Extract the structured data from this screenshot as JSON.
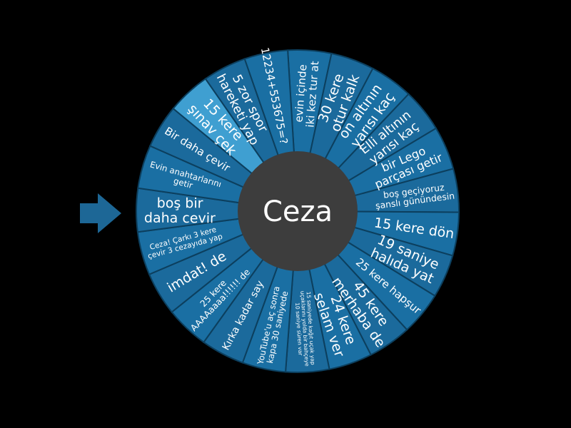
{
  "wheel": {
    "center_label": "Ceza",
    "colors": {
      "background": "#000000",
      "segment": "#1a6fa3",
      "segment_alt": "#1b6a9c",
      "highlight": "#3f9fd1",
      "separator": "#0c3f5e",
      "hub": "#3d3d3d",
      "text": "#ffffff",
      "pointer": "#1d6796"
    },
    "pointer_icon": "arrow-right-icon",
    "selected_index": 20,
    "segments": [
      {
        "lines": [
          "evin içinde",
          "iki kez tur at"
        ]
      },
      {
        "lines": [
          "30 kere",
          "otur kalk"
        ]
      },
      {
        "lines": [
          "on altının",
          "yarısı kaç"
        ]
      },
      {
        "lines": [
          "Elli altının",
          "yarısı kaç"
        ]
      },
      {
        "lines": [
          "bir Lego",
          "parçası getir"
        ]
      },
      {
        "lines": [
          "boş geçiyoruz",
          "şanslı günündesin"
        ]
      },
      {
        "lines": [
          "15 kere dön"
        ]
      },
      {
        "lines": [
          "19 saniye",
          "halıda yat"
        ]
      },
      {
        "lines": [
          "25 kere hapşur"
        ]
      },
      {
        "lines": [
          "45 kere",
          "merhaba de"
        ]
      },
      {
        "lines": [
          "24 kere",
          "selam ver"
        ]
      },
      {
        "lines": [
          "15 saniyede kağıt uçak yap",
          "uçaklarını yolda bir bahçeye",
          "10 saniye süren var"
        ]
      },
      {
        "lines": [
          "YouTube'u aç sonra",
          "kapa 30 saniyede"
        ]
      },
      {
        "lines": [
          "Kırka kadar say"
        ]
      },
      {
        "lines": [
          "25 kere",
          "AAAAaaaa!!!!!! de"
        ]
      },
      {
        "lines": [
          "imdat! de"
        ]
      },
      {
        "lines": [
          "Ceza! Çarkı 3 kere",
          "çevir 3 cezayıda yap"
        ]
      },
      {
        "lines": [
          "boş bir",
          "daha cevir"
        ]
      },
      {
        "lines": [
          "Evin anahtarlarını",
          "getir"
        ]
      },
      {
        "lines": [
          "Bir daha çevir"
        ]
      },
      {
        "lines": [
          "15 kere",
          "şınav çek"
        ]
      },
      {
        "lines": [
          "5 zor spor",
          "hareketi yap"
        ]
      },
      {
        "lines": [
          "12234+553675=?"
        ]
      }
    ]
  }
}
